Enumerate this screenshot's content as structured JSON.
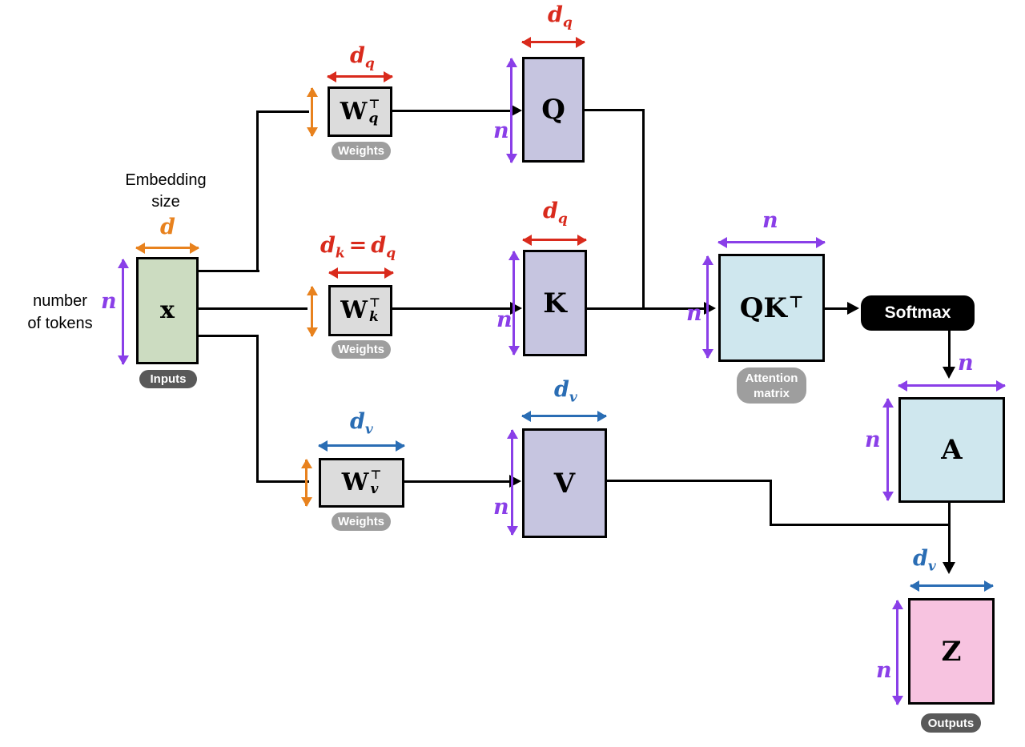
{
  "annotations": {
    "embedding_size_line1": "Embedding",
    "embedding_size_line2": "size",
    "num_tokens_line1": "number",
    "num_tokens_line2": "of tokens"
  },
  "pills": {
    "inputs": "Inputs",
    "weights": "Weights",
    "attention_line1": "Attention",
    "attention_line2": "matrix",
    "outputs": "Outputs"
  },
  "ops": {
    "softmax": "Softmax"
  },
  "matrices": {
    "x": "x",
    "q": "Q",
    "k": "K",
    "v": "V",
    "a": "A",
    "z": "Z",
    "qk_base": "QK",
    "w_base": "W",
    "transpose": "⊤",
    "wq_sub": "q",
    "wk_sub": "k",
    "wv_sub": "v"
  },
  "dims": {
    "d": "d",
    "n": "n",
    "d_base": "d",
    "q_sub": "q",
    "k_sub": "k",
    "v_sub": "v",
    "equals": "="
  },
  "colors": {
    "input_fill": "#ccdcc1",
    "weight_fill": "#dcdcdc",
    "qkv_fill": "#c6c5e0",
    "attention_fill": "#cfe7ee",
    "output_fill": "#f7c3e0",
    "dim_n_purple": "#8a3fe8",
    "dim_d_orange": "#e8821e",
    "dim_dq_red": "#d92a1c",
    "dim_dv_blue": "#2a6db4",
    "pill_dark": "#595959",
    "pill_light": "#9e9e9e",
    "softmax_bg": "#000000",
    "connector": "#000000"
  }
}
